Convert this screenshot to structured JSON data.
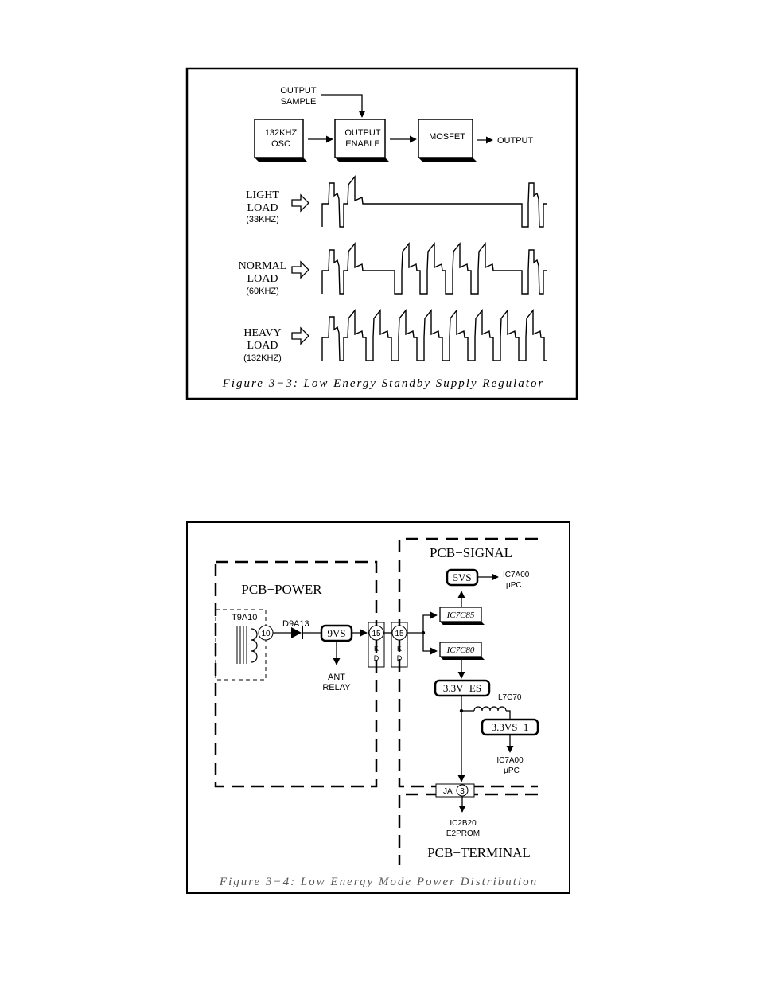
{
  "fig1": {
    "output_sample": [
      "OUTPUT",
      "SAMPLE"
    ],
    "osc": [
      "132KHZ",
      "OSC"
    ],
    "enable": [
      "OUTPUT",
      "ENABLE"
    ],
    "mosfet": "MOSFET",
    "output": "OUTPUT",
    "light": [
      "LIGHT",
      "LOAD",
      "(33KHZ)"
    ],
    "normal": [
      "NORMAL",
      "LOAD",
      "(60KHZ)"
    ],
    "heavy": [
      "HEAVY",
      "LOAD",
      "(132KHZ)"
    ],
    "caption": "Figure 3−3: Low Energy Standby Supply Regulator"
  },
  "fig2": {
    "pcb_power": "PCB−POWER",
    "pcb_signal": "PCB−SIGNAL",
    "pcb_terminal": "PCB−TERMINAL",
    "t9a10": "T9A10",
    "pin10": "10",
    "d9a13": "D9A13",
    "v9vs": "9VS",
    "ant_relay": [
      "ANT",
      "RELAY"
    ],
    "pin15a": "15",
    "pin15b": "15",
    "kd": [
      "K",
      "D"
    ],
    "v5vs": "5VS",
    "ic7a00_top": [
      "IC7A00",
      "μPC"
    ],
    "ic7c85": "IC7C85",
    "ic7c80": "IC7C80",
    "v33es": "3.3V−ES",
    "l7c70": "L7C70",
    "v33vs1": "3.3VS−1",
    "ic7a00_bot": [
      "IC7A00",
      "μPC"
    ],
    "ja": "JA",
    "pin3": "3",
    "ic2b20": [
      "IC2B20",
      "E2PROM"
    ],
    "caption": "Figure 3−4: Low Energy Mode Power Distribution"
  }
}
